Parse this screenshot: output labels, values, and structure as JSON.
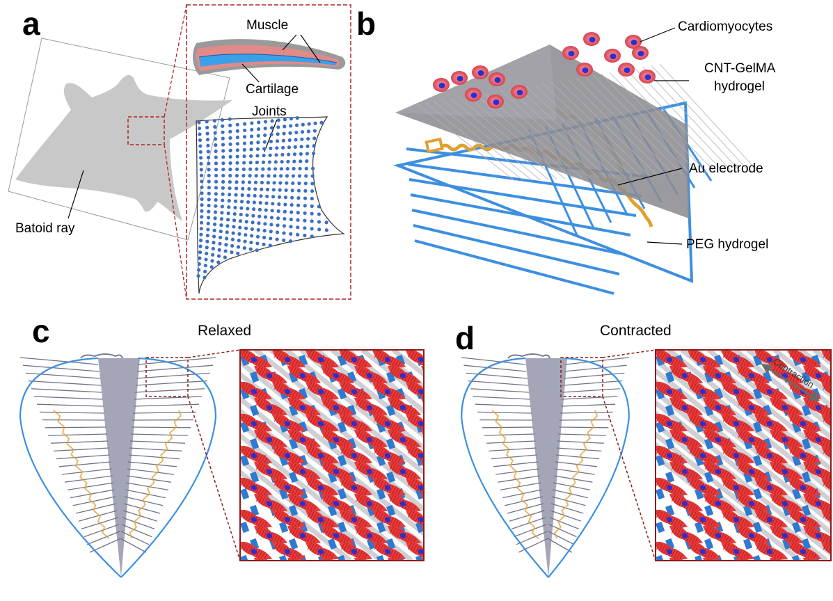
{
  "panels": {
    "a": {
      "letter": "a",
      "labels": {
        "batoid_ray": "Batoid ray",
        "muscle": "Muscle",
        "cartilage": "Cartilage",
        "joints": "Joints"
      }
    },
    "b": {
      "letter": "b",
      "labels": {
        "cardiomyocytes": "Cardiomyocytes",
        "cnt_gelma_line1": "CNT-GelMA",
        "cnt_gelma_line2": "hydrogel",
        "au_electrode": "Au electrode",
        "peg_hydrogel": "PEG hydrogel"
      }
    },
    "c": {
      "letter": "c",
      "title": "Relaxed"
    },
    "d": {
      "letter": "d",
      "title": "Contracted",
      "arrow_label": "Contraction"
    }
  },
  "colors": {
    "silhouette": "#c8c8c8",
    "joint_blue": "#3a6fc4",
    "zoom_box": "#b22222",
    "hydrogel_gray": "#8c8c92",
    "peg_blue": "#3d8fe0",
    "gold": "#e0a030",
    "cell_red": "#e83a3a",
    "nucleus": "#2b2fd0",
    "robot_body": "#9a9cb0"
  }
}
